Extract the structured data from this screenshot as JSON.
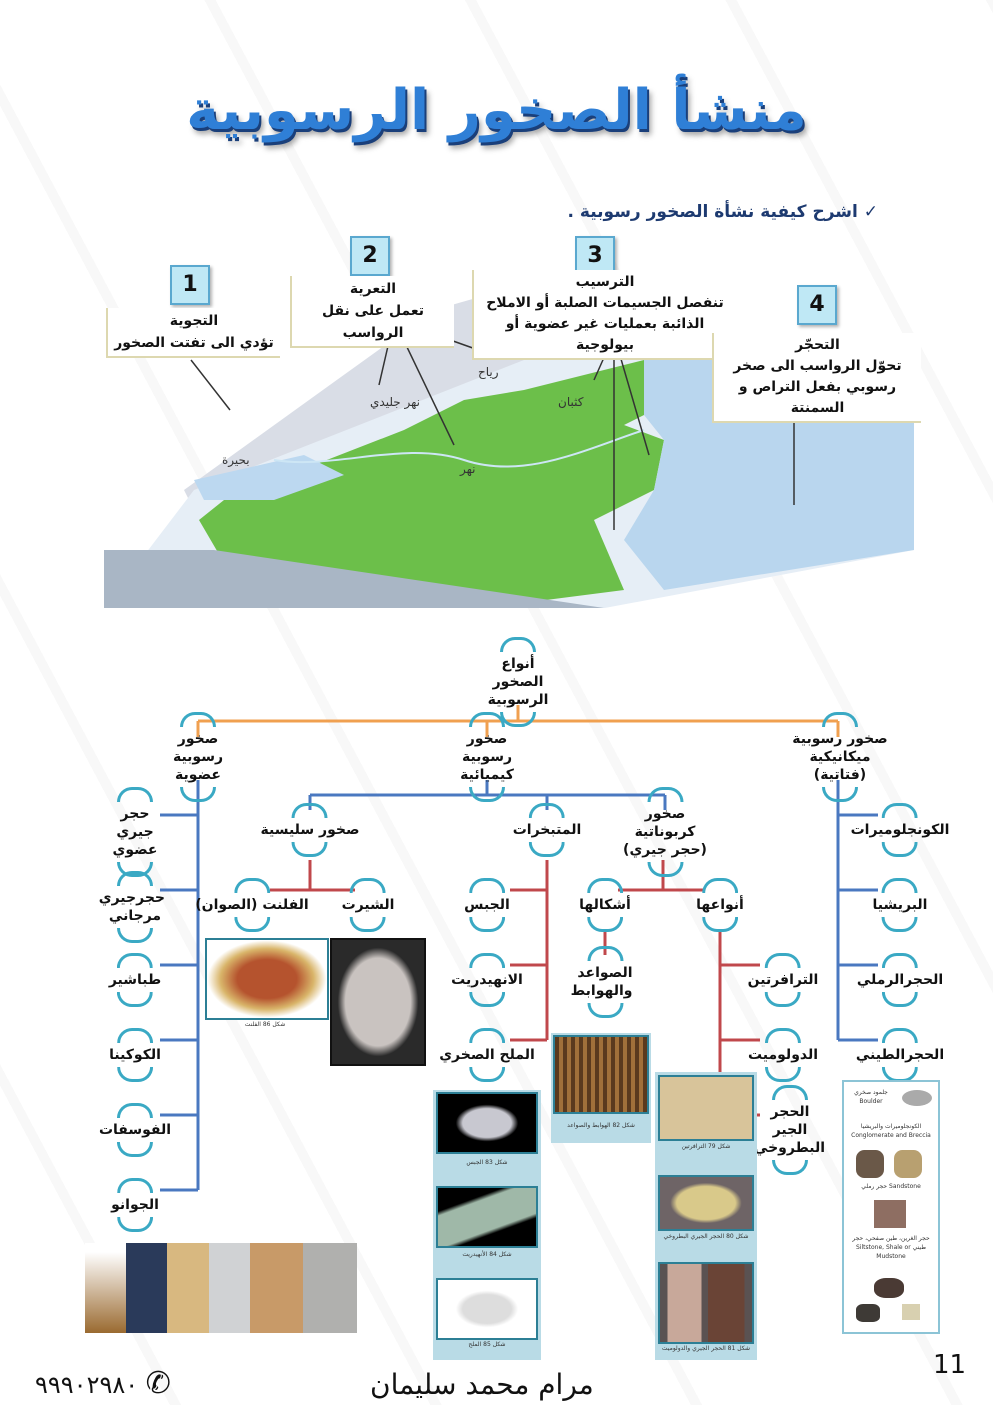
{
  "title": "منشأ الصخور الرسوبية",
  "question": "✓ اشرح كيفية نشأة الصخور رسوبية .",
  "steps": [
    {
      "number": "1",
      "name": "التجوية",
      "desc": "تؤدي الى تفتت الصخور"
    },
    {
      "number": "2",
      "name": "التعرية",
      "desc": "تعمل على نقل الرواسب"
    },
    {
      "number": "3",
      "name": "الترسيب",
      "desc": "تنفصل الجسيمات الصلبة أو الاملاح الذائبة بعمليات غير عضوية أو بيولوجية"
    },
    {
      "number": "4",
      "name": "التحجّر",
      "desc": "تحوّل الرواسب الى صخر رسوبي بفعل التراص و السمنتة"
    }
  ],
  "map_labels": {
    "wind": "رياح",
    "glacier": "نهر جليدي",
    "dunes": "كثبان",
    "lake": "بحيرة",
    "river": "نهر"
  },
  "tree": {
    "root": "أنواع الصخور الرسوبية",
    "organic": "صخور رسوبية عضوية",
    "chemical": "صخور رسوبية كيميائية",
    "mechanical": "صخور رسوبية ميكانيكية (فتاتية)",
    "organic_items": [
      "حجر جيري عضوي",
      "حجرجيري مرجاني",
      "طباشير",
      "الكوكينا",
      "الفوسفات",
      "الجوانو"
    ],
    "mechanical_items": [
      "الكونجلوميرات",
      "البريشيا",
      "الحجرالرملي",
      "الحجرالطيني"
    ],
    "siliceous": "صخور سليسية",
    "siliceous_items": [
      "الفلنت (الصوان)",
      "الشيرت"
    ],
    "evaporites": "المتبخرات",
    "evaporite_items": [
      "الجبس",
      "الانهيدريت",
      "الملح الصخري"
    ],
    "carbonate": "صخور كربوناتية (حجر جيري)",
    "carbonate_shapes": "أشكالها",
    "carbonate_types": "أنواعها",
    "shapes_items": [
      "الصواعد والهوابط"
    ],
    "types_items": [
      "الترافرتين",
      "الدولوميت",
      "الحجر الجير البطروخي"
    ]
  },
  "captions": {
    "flint": "شكل 86 الفلنت",
    "stalactites": "شكل 82 الهوابط والصواعد",
    "gypsum": "شكل 83 الجبس",
    "anhydrite": "شكل 84 الأنهيدريت",
    "salt": "شكل 85 الملح",
    "travertine": "شكل 79 الترافرتين",
    "oolitic": "شكل 80 الحجر الجيري البطروخي",
    "dolomite": "شكل 81 الحجر الجيري والدولوميت",
    "boulder": "جلمود صخري Boulder",
    "conglomerate": "الكونجلوميرات والبريشيا Conglomerate and Breccia",
    "sandstone": "Sandstone حجر رملي",
    "siltstone": "حجر الغرين، طين صفحي، حجر طيني Siltstone, Shale or Mudstone"
  },
  "footer": {
    "phone": "٩٩٩٠٢٩٨٠",
    "author": "مرام محمد سليمان",
    "page": "11"
  }
}
